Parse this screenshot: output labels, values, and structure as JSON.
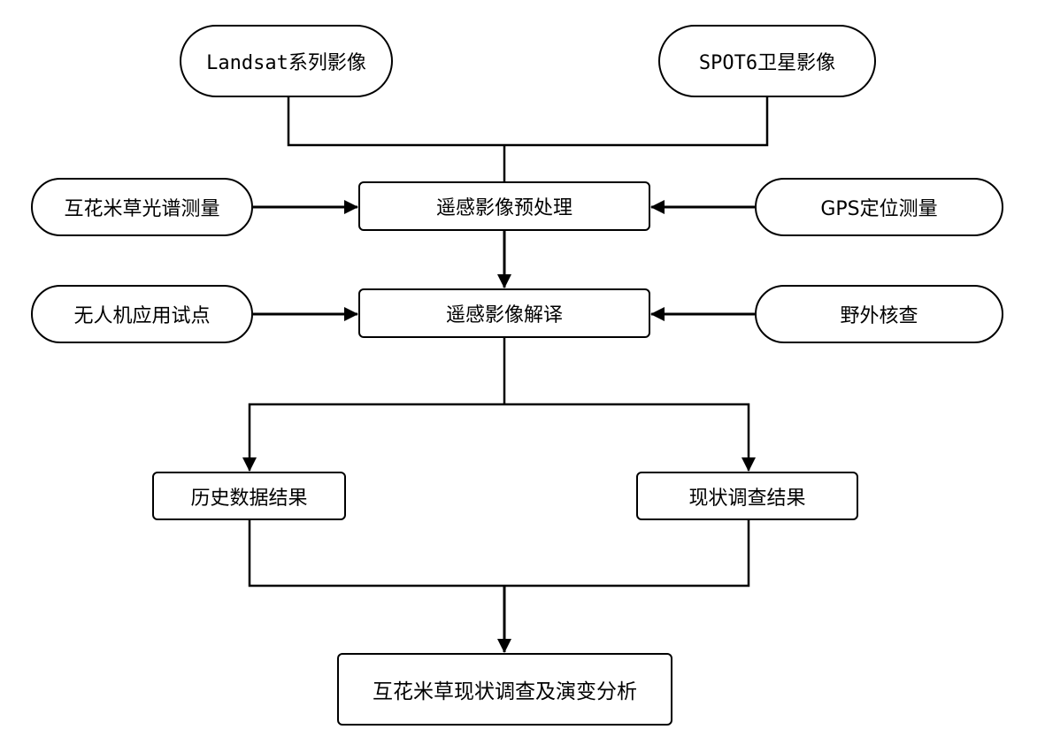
{
  "nodes": {
    "landsat": "Landsat系列影像",
    "spot6": "SPOT6卫星影像",
    "spectrum": "互花米草光谱测量",
    "preprocess": "遥感影像预处理",
    "gps": "GPS定位测量",
    "uav": "无人机应用试点",
    "interpret": "遥感影像解译",
    "field": "野外核查",
    "history": "历史数据结果",
    "current": "现状调查结果",
    "final": "互花米草现状调查及演变分析"
  },
  "colors": {
    "stroke": "#000000",
    "fill": "#ffffff"
  }
}
